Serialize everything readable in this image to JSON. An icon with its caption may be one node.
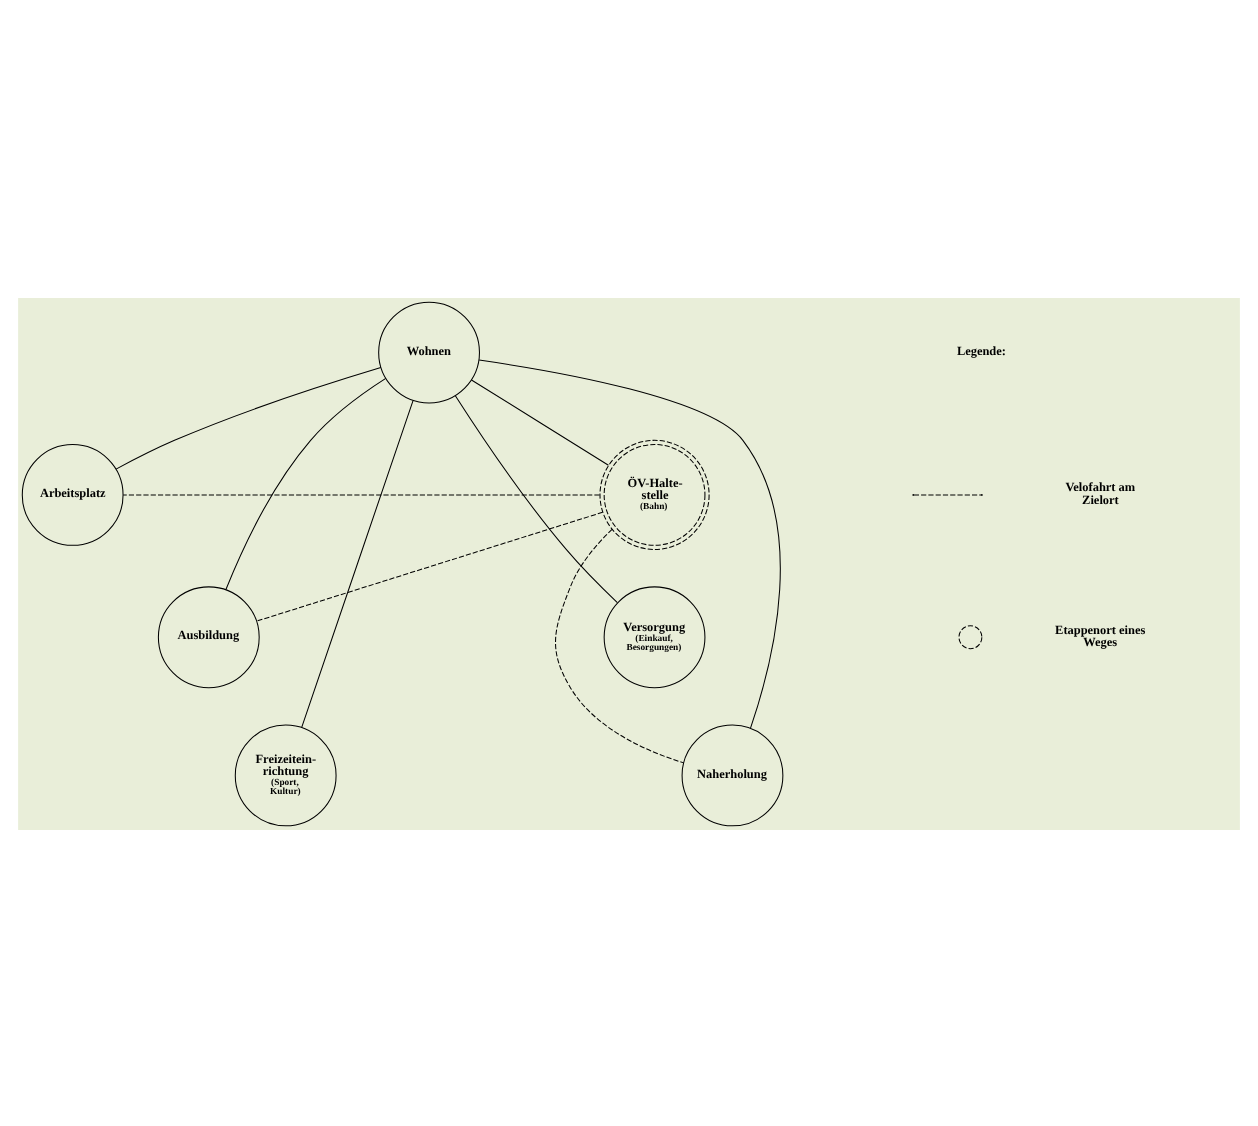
{
  "diagram": {
    "nodes": [
      {
        "text": [
          "Wohnen"
        ]
      },
      {
        "text": [
          "ÖV-Halte- stelle",
          "(Bahn)"
        ]
      },
      {
        "text": [
          "Arbeitsplatz"
        ]
      },
      {
        "text": [
          "Versorgung",
          "(Einkauf, Besorgungen)"
        ]
      },
      {
        "text": [
          "Ausbildung"
        ]
      },
      {
        "text": [
          "Naherholung"
        ]
      },
      {
        "text": [
          "Freizeitein- richtung",
          "(Sport, Kultur)"
        ]
      }
    ],
    "edges": [
      {
        "from": 0,
        "to": 1,
        "arrow": "none"
      },
      {
        "from": 0,
        "to": 2,
        "arrow": "none"
      },
      {
        "from": 0,
        "to": 3,
        "arrow": "none"
      },
      {
        "from": 0,
        "to": 5,
        "arrow": "none"
      },
      {
        "from": 0,
        "to": 6,
        "arrow": "none"
      },
      {
        "from": 0,
        "to": 4,
        "arrow": "none"
      },
      {
        "from": 1,
        "to": 2,
        "arrow": "none",
        "style": "dashed"
      },
      {
        "from": 1,
        "to": 4,
        "arrow": "none",
        "style": "dashed"
      },
      {
        "from": 1,
        "to": 5,
        "arrow": "none",
        "style": "dashed"
      }
    ],
    "labels": [
      "Legende:"
    ],
    "legend": [
      {
        "text": "Velofahrt am Zielort"
      },
      {
        "text": "Etappenort eines Weges"
      }
    ]
  }
}
